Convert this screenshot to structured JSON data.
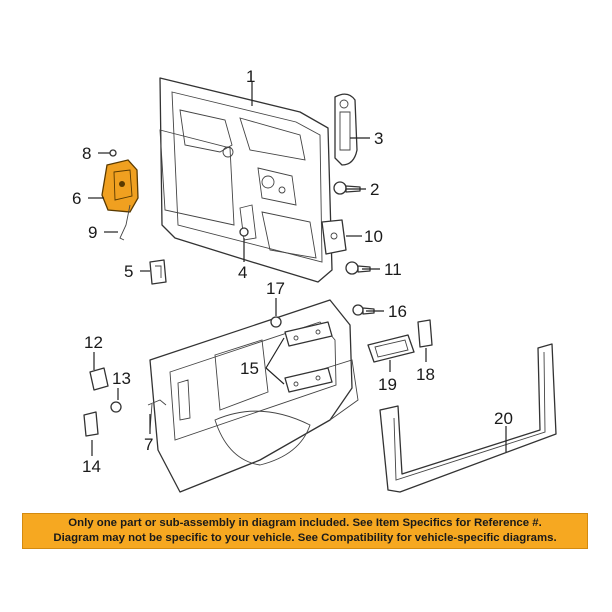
{
  "callouts": {
    "c1": "1",
    "c2": "2",
    "c3": "3",
    "c4": "4",
    "c5": "5",
    "c6": "6",
    "c7": "7",
    "c8": "8",
    "c9": "9",
    "c10": "10",
    "c11": "11",
    "c12": "12",
    "c13": "13",
    "c14": "14",
    "c15": "15",
    "c16": "16",
    "c17": "17",
    "c18": "18",
    "c19": "19",
    "c20": "20"
  },
  "notice": {
    "line1": "Only one part or sub-assembly in diagram included. See Item Specifics for Reference #.",
    "line2": "Diagram may not be specific to your vehicle. See Compatibility for vehicle-specific diagrams."
  },
  "colors": {
    "highlight": "#f0a020",
    "notice_bg": "#f6a821"
  }
}
